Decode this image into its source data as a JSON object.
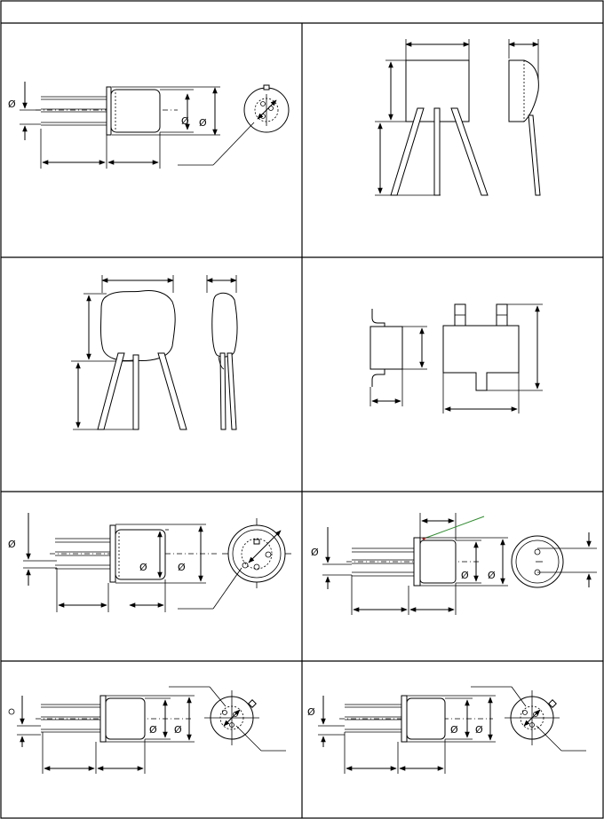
{
  "sheet": {
    "header_text": "",
    "symbols": {
      "diameter": "Ø"
    },
    "colors": {
      "line": "#000000",
      "background": "#ffffff",
      "marker_line": "#2e8b2e"
    },
    "panels": [
      {
        "id": "to-can-three-lead-1",
        "kind": "metal can, 3 axial leads, top view with tab"
      },
      {
        "id": "radial-dipped-two-lead",
        "kind": "dipped body, 2 radial leads"
      },
      {
        "id": "radial-dipped-round",
        "kind": "dipped round body, 2 radial leads"
      },
      {
        "id": "smd-two-terminal",
        "kind": "surface mount body, 2 terminals"
      },
      {
        "id": "to-can-three-lead-2",
        "kind": "metal can, 3 axial leads, top view with tab"
      },
      {
        "id": "to-can-three-lead-marked",
        "kind": "metal can, 3 axial leads, marked flange"
      },
      {
        "id": "to-can-three-lead-3",
        "kind": "metal can, 3 axial leads, top view with tab"
      },
      {
        "id": "to-can-three-lead-4",
        "kind": "metal can, 3 axial leads, top view with tab"
      }
    ]
  }
}
